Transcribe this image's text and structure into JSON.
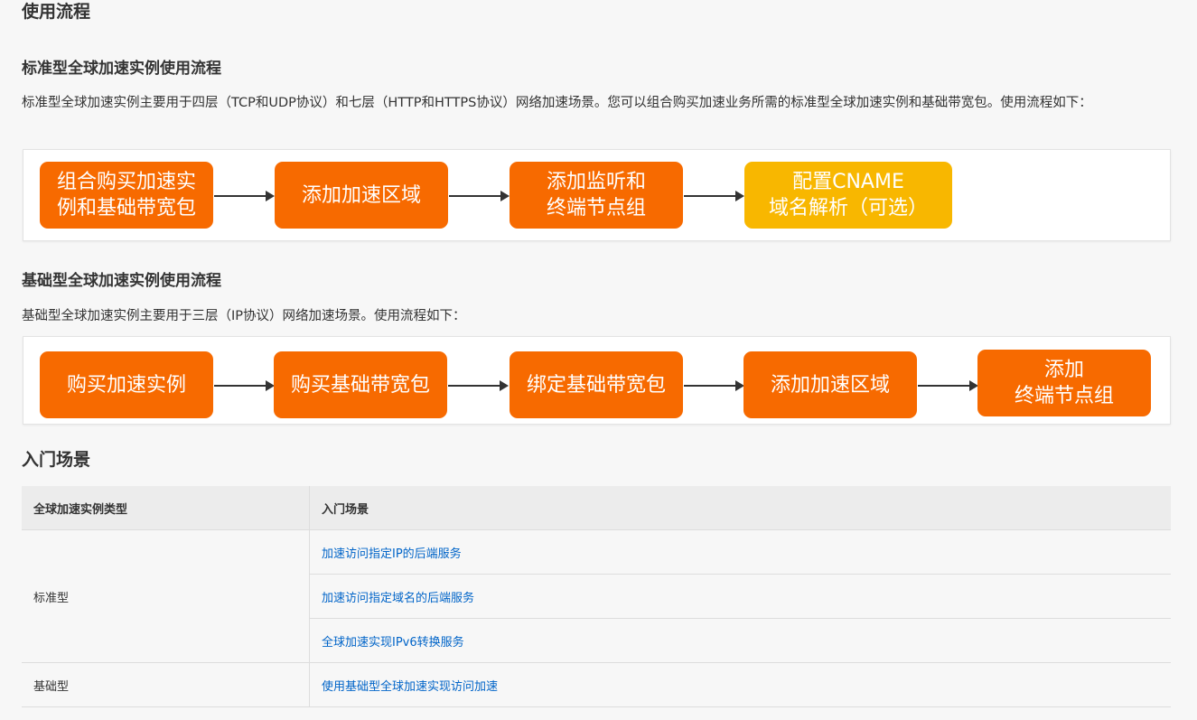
{
  "title": "使用流程",
  "standard": {
    "heading": "标准型全球加速实例使用流程",
    "desc": "标准型全球加速实例主要用于四层（TCP和UDP协议）和七层（HTTP和HTTPS协议）网络加速场景。您可以组合购买加速业务所需的标准型全球加速实例和基础带宽包。使用流程如下：",
    "steps": [
      "组合购买加速实\n例和基础带宽包",
      "添加加速区域",
      "添加监听和\n终端节点组",
      "配置CNAME\n域名解析（可选）"
    ]
  },
  "basic": {
    "heading": "基础型全球加速实例使用流程",
    "desc": "基础型全球加速实例主要用于三层（IP协议）网络加速场景。使用流程如下：",
    "steps": [
      "购买加速实例",
      "购买基础带宽包",
      "绑定基础带宽包",
      "添加加速区域",
      "添加\n终端节点组"
    ]
  },
  "scenarios": {
    "heading": "入门场景",
    "col1": "全球加速实例类型",
    "col2": "入门场景",
    "standard_label": "标准型",
    "standard_links": [
      "加速访问指定IP的后端服务",
      "加速访问指定域名的后端服务",
      "全球加速实现IPv6转换服务"
    ],
    "basic_label": "基础型",
    "basic_links": [
      "使用基础型全球加速实现访问加速"
    ]
  },
  "colors": {
    "step": "#f76a00",
    "step_optional": "#f8b700",
    "link": "#0064c8"
  }
}
